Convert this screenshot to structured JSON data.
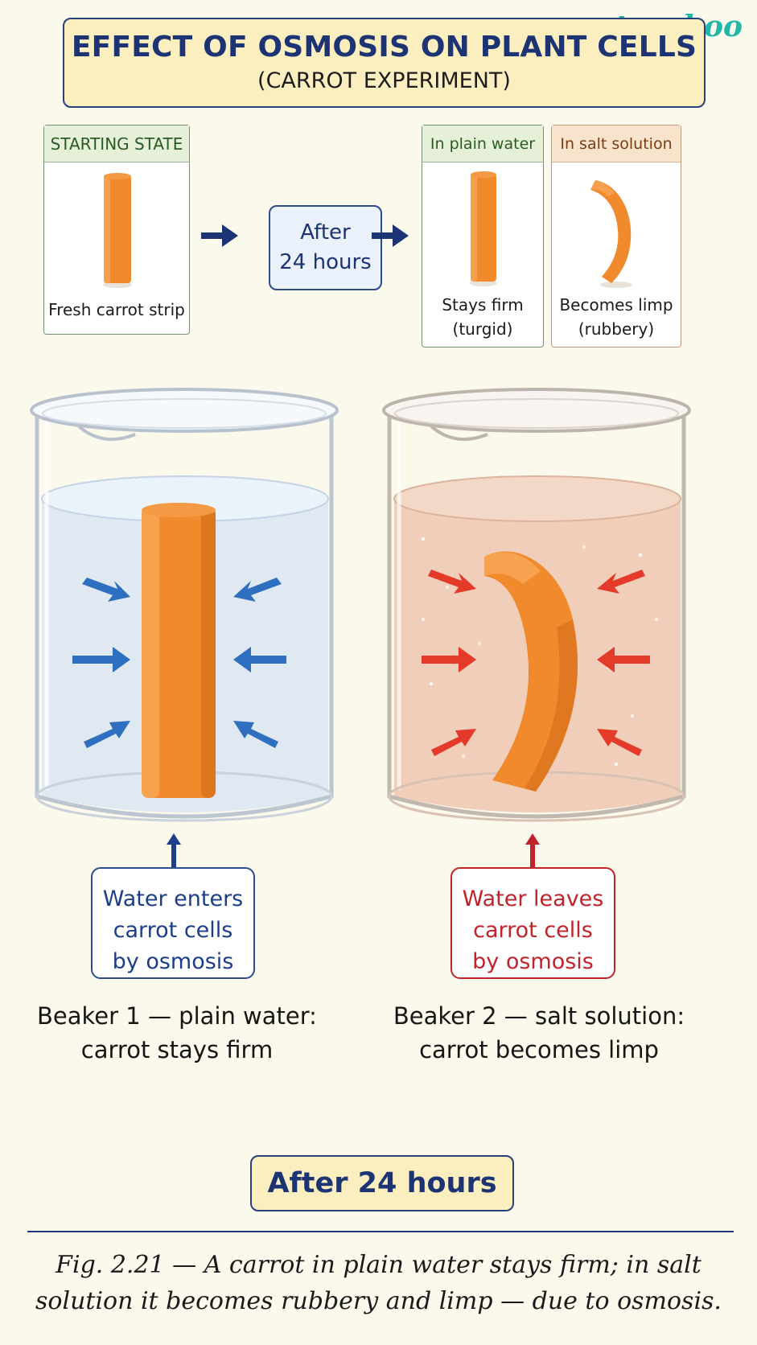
{
  "brand": "teachoo",
  "title": {
    "main": "EFFECT OF OSMOSIS ON PLANT CELLS",
    "sub": "(CARROT EXPERIMENT)"
  },
  "starting_panel": {
    "header": "STARTING STATE",
    "caption": "Fresh carrot strip"
  },
  "after_box": {
    "line1": "After",
    "line2": "24 hours"
  },
  "plain_panel": {
    "header": "In plain water",
    "caption_line1": "Stays firm",
    "caption_line2": "(turgid)"
  },
  "salt_panel": {
    "header": "In salt solution",
    "caption_line1": "Becomes limp",
    "caption_line2": "(rubbery)"
  },
  "beaker1": {
    "label_line1": "Water enters",
    "label_line2": "carrot cells",
    "label_line3": "by osmosis",
    "caption_line1": "Beaker 1 — plain water:",
    "caption_line2": "carrot stays firm",
    "arrow_color": "#2f6fc0",
    "liquid_color": "#dbe6f2"
  },
  "beaker2": {
    "label_line1": "Water leaves",
    "label_line2": "carrot cells",
    "label_line3": "by osmosis",
    "caption_line1": "Beaker 2 — salt solution:",
    "caption_line2": "carrot becomes limp",
    "arrow_color": "#e43a2a",
    "liquid_color": "#efc9b4"
  },
  "bottom_label": "After 24 hours",
  "figure_caption": {
    "line1": "Fig. 2.21 — A carrot in plain water stays firm; in salt",
    "line2": "solution it becomes rubbery and limp — due to osmosis."
  },
  "colors": {
    "navy": "#1c3473",
    "carrot": "#f08a2c",
    "green_header": "#e6f0d8",
    "peach_header": "#f8e4cc",
    "red_text": "#c0242a",
    "blue_text": "#1c3e8a"
  }
}
